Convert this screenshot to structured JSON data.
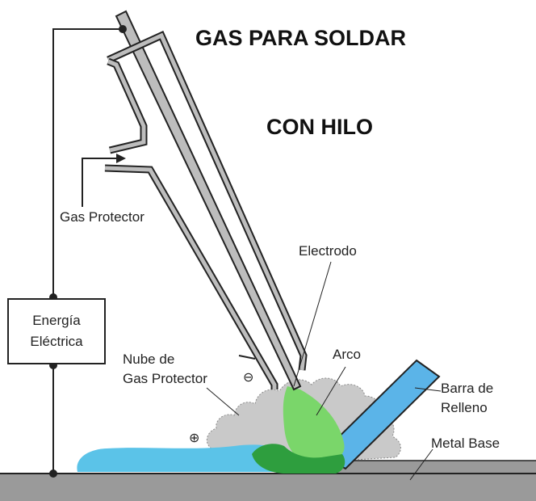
{
  "title": "GAS PARA SOLDAR",
  "subtitle": "CON HILO",
  "labels": {
    "gas_protector": "Gas Protector",
    "electrodo": "Electrodo",
    "energia_line1": "Energía",
    "energia_line2": "Eléctrica",
    "nube_line1": "Nube de",
    "nube_line2": "Gas Protector",
    "arco": "Arco",
    "barra_line1": "Barra de",
    "barra_line2": "Relleno",
    "metal_base": "Metal Base",
    "minus_sign": "⊖",
    "plus_sign": "⊕"
  },
  "colors": {
    "shielding_gas_cloud": "#c9c9c9",
    "weld_pool": "#5bc3e8",
    "arc": "#7ad66a",
    "weld_bead": "#2e9e3e",
    "filler_rod": "#5bb4e8",
    "base_metal": "#9a9a9a",
    "torch_outline": "#333333"
  }
}
